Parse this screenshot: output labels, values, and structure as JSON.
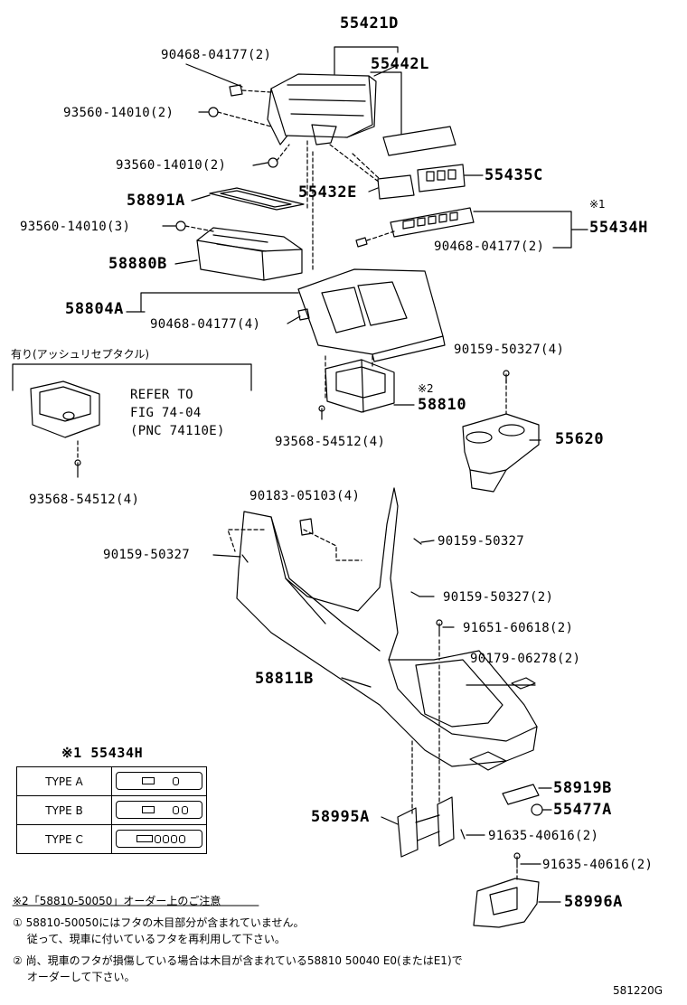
{
  "labels": {
    "p55421D": "55421D",
    "p55442L": "55442L",
    "p55435C": "55435C",
    "p55432E": "55432E",
    "p55434H": "55434H",
    "p58891A": "58891A",
    "p58880B": "58880B",
    "p58804A": "58804A",
    "p58810": "58810",
    "p55620": "55620",
    "p58811B": "58811B",
    "p58919B": "58919B",
    "p55477A": "55477A",
    "p58995A": "58995A",
    "p58996A": "58996A",
    "b90468_04177_2_top": "90468-04177(2)",
    "b93560_14010_2_a": "93560-14010(2)",
    "b93560_14010_2_b": "93560-14010(2)",
    "b93560_14010_3": "93560-14010(3)",
    "b90468_04177_2_mid": "90468-04177(2)",
    "b90468_04177_4": "90468-04177(4)",
    "b90159_50327_4": "90159-50327(4)",
    "b93568_54512_4_a": "93568-54512(4)",
    "b93568_54512_4_b": "93568-54512(4)",
    "b90183_05103_4": "90183-05103(4)",
    "b90159_50327_left": "90159-50327",
    "b90159_50327_right": "90159-50327",
    "b90159_50327_2": "90159-50327(2)",
    "b91651_60618_2": "91651-60618(2)",
    "b90179_06278_2": "90179-06278(2)",
    "b91635_40616_2_a": "91635-40616(2)",
    "b91635_40616_2_b": "91635-40616(2)",
    "mark1": "※1",
    "mark2": "※2",
    "optional_heading": "有り(アッシュリセプタクル)",
    "refer_line1": "REFER TO",
    "refer_line2": "FIG 74-04",
    "refer_line3": "(PNC 74110E)",
    "figure_code": "581220G"
  },
  "type_table": {
    "heading": "※1 55434H",
    "rows": [
      {
        "name": "TYPE A"
      },
      {
        "name": "TYPE B"
      },
      {
        "name": "TYPE C"
      }
    ]
  },
  "notes": {
    "title": "※2「58810-50050」オーダー上のご注意",
    "line1": "① 58810-50050にはフタの木目部分が含まれていません。",
    "line2": "　 従って、現車に付いているフタを再利用して下さい。",
    "line3": "② 尚、現車のフタが損傷している場合は木目が含まれている58810 50040 E0(またはE1)で",
    "line4": "　 オーダーして下さい。"
  }
}
